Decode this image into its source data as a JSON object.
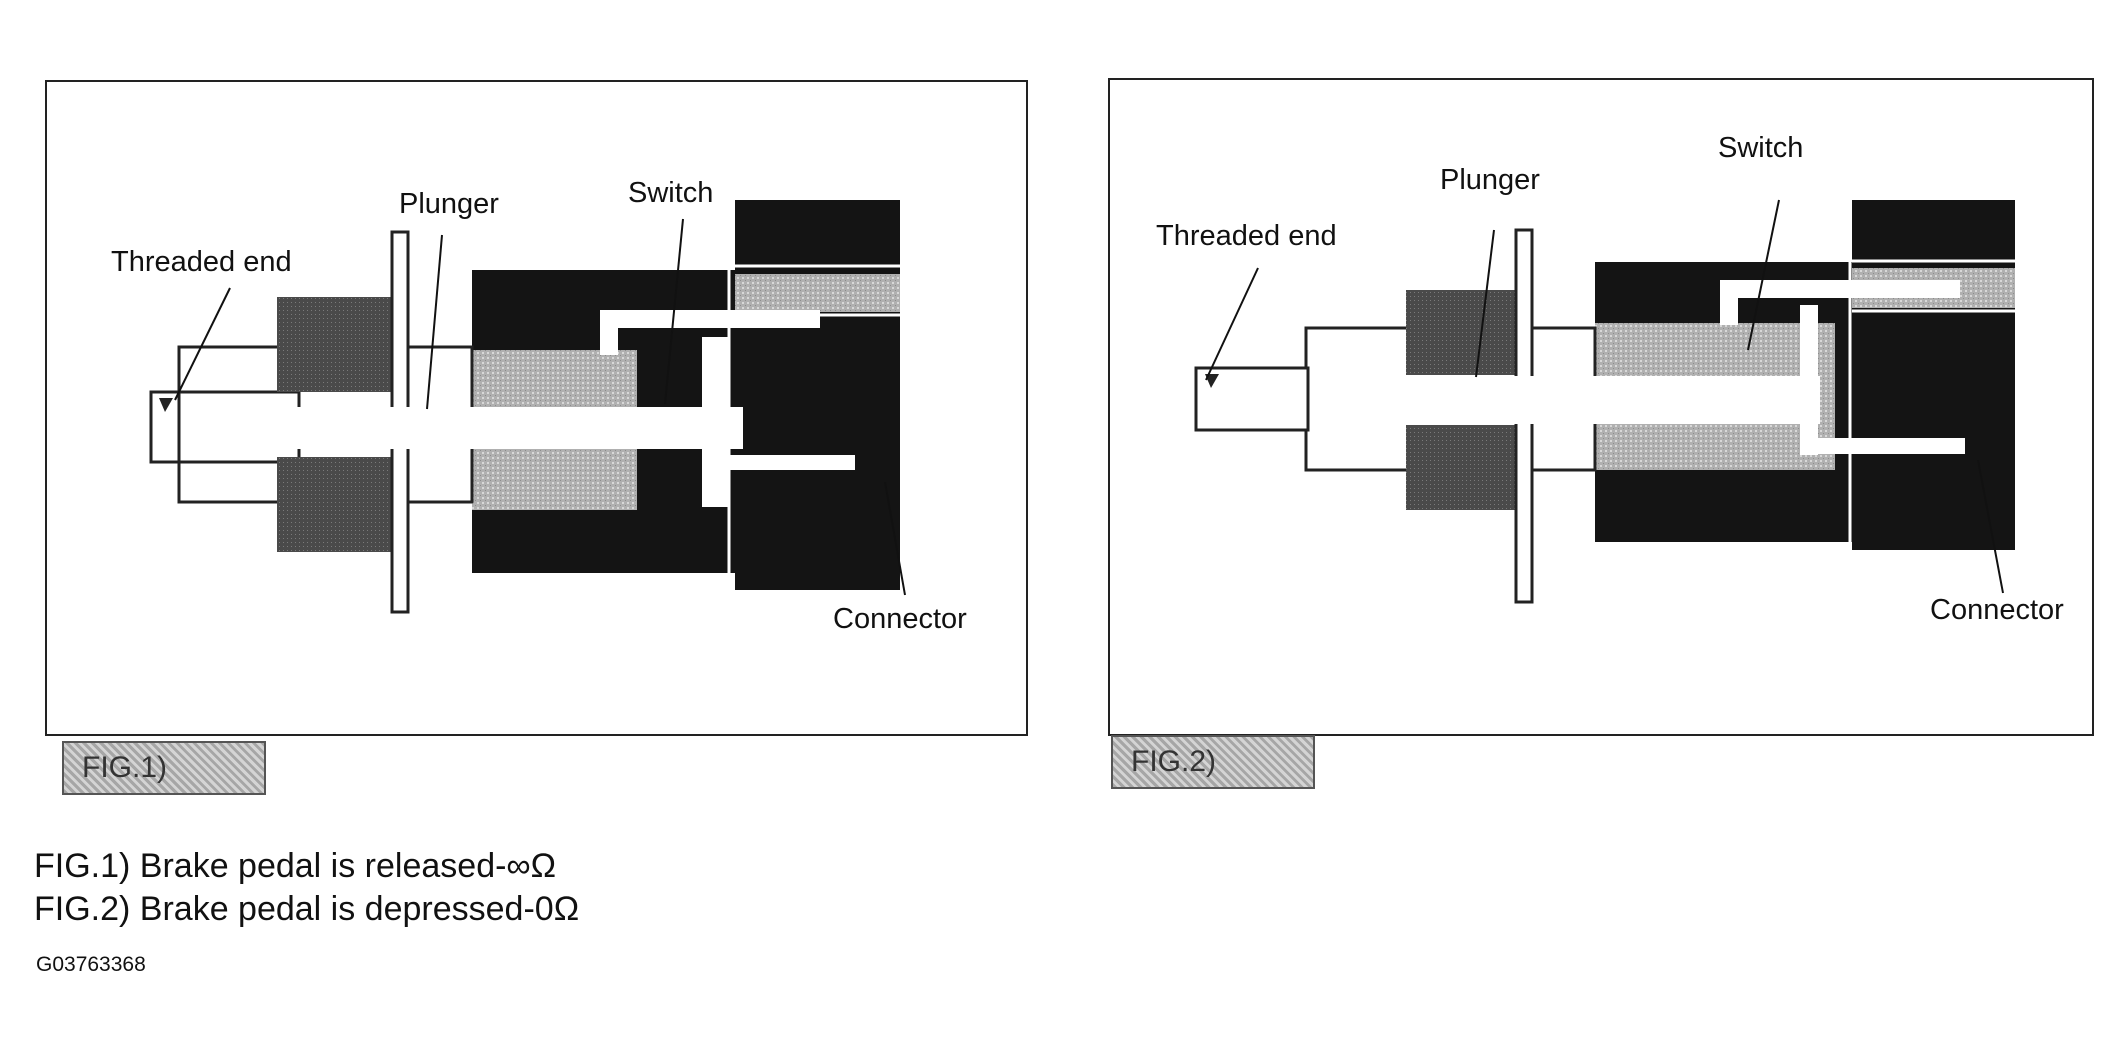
{
  "figures": [
    {
      "id": "fig1",
      "tag": "FIG.1)",
      "state": "released",
      "labels": {
        "threaded_end": "Threaded end",
        "plunger": "Plunger",
        "switch": "Switch",
        "connector": "Connector"
      }
    },
    {
      "id": "fig2",
      "tag": "FIG.2)",
      "state": "depressed",
      "labels": {
        "threaded_end": "Threaded end",
        "plunger": "Plunger",
        "switch": "Switch",
        "connector": "Connector"
      }
    }
  ],
  "captions": [
    "FIG.1) Brake pedal is released-∞Ω",
    "FIG.2) Brake pedal is depressed-0Ω"
  ],
  "figure_id": "G03763368",
  "colors": {
    "outline": "#222222",
    "body_dark": "#141414",
    "nut_gray": "#4a4a4a",
    "contact_gray": "#a9a9a9",
    "plunger_white": "#ffffff"
  }
}
